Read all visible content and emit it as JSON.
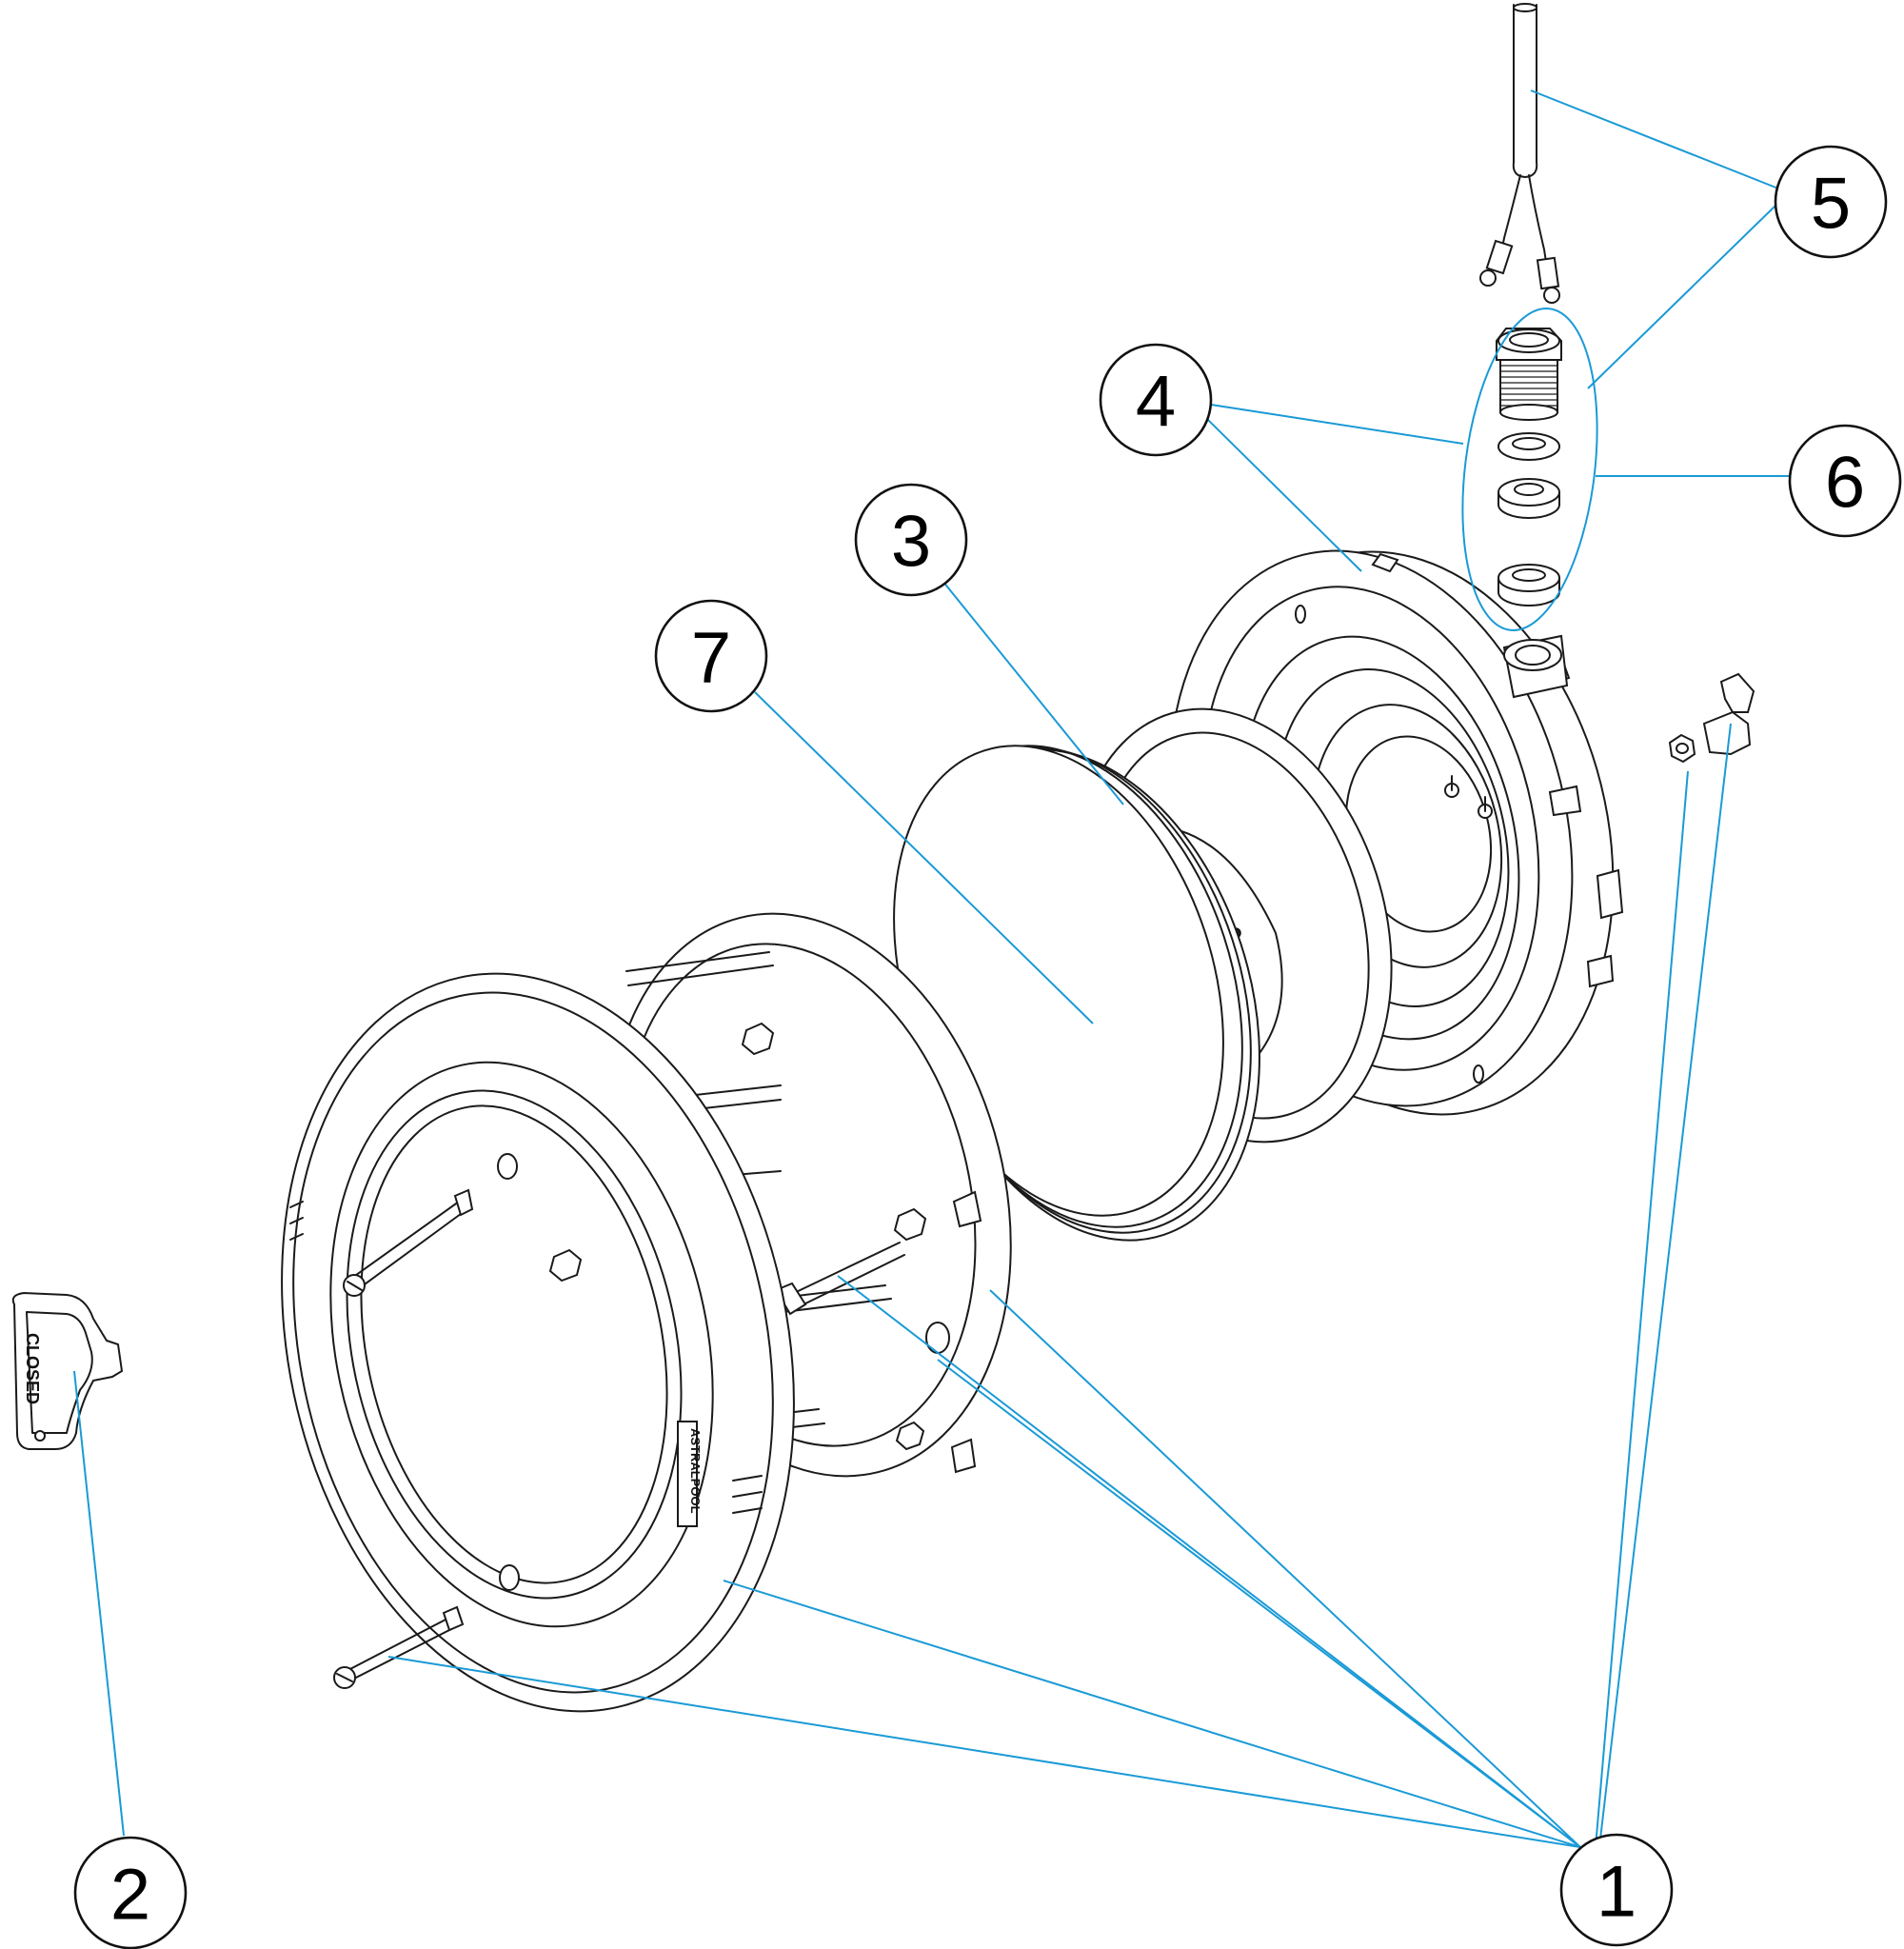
{
  "diagram": {
    "callouts": [
      {
        "id": "1",
        "label": "1"
      },
      {
        "id": "2",
        "label": "2"
      },
      {
        "id": "3",
        "label": "3"
      },
      {
        "id": "4",
        "label": "4"
      },
      {
        "id": "5",
        "label": "5"
      },
      {
        "id": "6",
        "label": "6"
      },
      {
        "id": "7",
        "label": "7"
      }
    ],
    "part_texts": {
      "key_text": "CLOSED",
      "brand_text": "ASTRALPOOL"
    },
    "colors": {
      "leader": "#1a9ad6",
      "line": "#1a1a1a",
      "background": "#ffffff"
    }
  }
}
